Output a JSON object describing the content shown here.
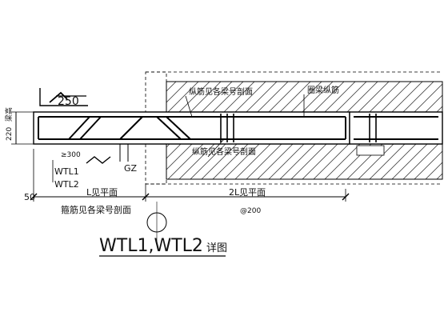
{
  "labels": {
    "hook_dim": "250",
    "vertical_dim": "220",
    "vertical_note": "梁高",
    "left_rebar_note": "纵筋见各梁号剖面",
    "lower_rebar_note": "纵筋见各梁号剖面",
    "ring_beam_note": "圈梁纵筋",
    "sec_small": "≥300",
    "wtl1": "WTL1",
    "wtl2": "WTL2",
    "gz": "GZ",
    "dim_50": "50",
    "span_L": "L见平面",
    "span_2L": "2L见平面",
    "stirrup_note": "箍筋见各梁号剖面",
    "right_small": "@200",
    "title": "WTL1,WTL2",
    "title_suffix": "详图"
  },
  "colors": {
    "line": "#000000",
    "hatch": "#444444",
    "background": "#ffffff"
  }
}
